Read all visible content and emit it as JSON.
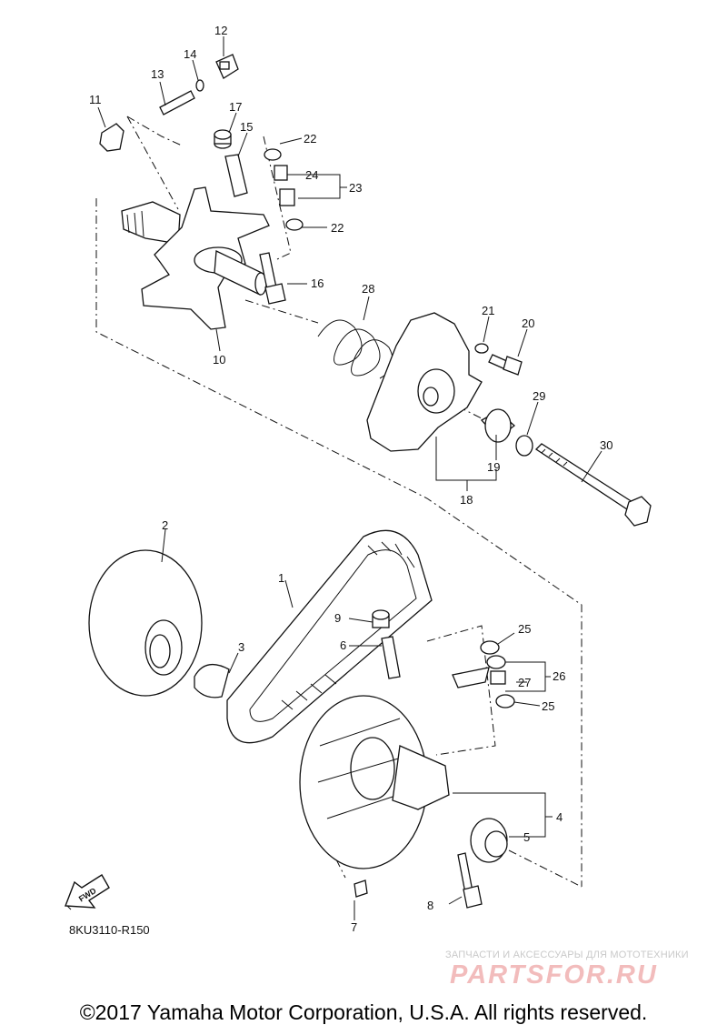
{
  "callouts": [
    {
      "id": "c1",
      "label": "1"
    },
    {
      "id": "c2",
      "label": "2"
    },
    {
      "id": "c3",
      "label": "3"
    },
    {
      "id": "c4",
      "label": "4"
    },
    {
      "id": "c5",
      "label": "5"
    },
    {
      "id": "c6",
      "label": "6"
    },
    {
      "id": "c7",
      "label": "7"
    },
    {
      "id": "c8",
      "label": "8"
    },
    {
      "id": "c9",
      "label": "9"
    },
    {
      "id": "c10",
      "label": "10"
    },
    {
      "id": "c11",
      "label": "11"
    },
    {
      "id": "c12",
      "label": "12"
    },
    {
      "id": "c13",
      "label": "13"
    },
    {
      "id": "c14",
      "label": "14"
    },
    {
      "id": "c15",
      "label": "15"
    },
    {
      "id": "c16",
      "label": "16"
    },
    {
      "id": "c17",
      "label": "17"
    },
    {
      "id": "c18",
      "label": "18"
    },
    {
      "id": "c19",
      "label": "19"
    },
    {
      "id": "c20",
      "label": "20"
    },
    {
      "id": "c21",
      "label": "21"
    },
    {
      "id": "c22a",
      "label": "22"
    },
    {
      "id": "c22b",
      "label": "22"
    },
    {
      "id": "c23",
      "label": "23"
    },
    {
      "id": "c24",
      "label": "24"
    },
    {
      "id": "c25a",
      "label": "25"
    },
    {
      "id": "c25b",
      "label": "25"
    },
    {
      "id": "c26",
      "label": "26"
    },
    {
      "id": "c27",
      "label": "27"
    },
    {
      "id": "c28",
      "label": "28"
    },
    {
      "id": "c29",
      "label": "29"
    },
    {
      "id": "c30",
      "label": "30"
    }
  ],
  "fwd_arrow": {
    "label": "FWD",
    "icon": "fwd-arrow-icon"
  },
  "diagram_code": "8KU3110-R150",
  "watermark": {
    "tagline": "ЗАПЧАСТИ И АКСЕССУАРЫ ДЛЯ МОТОТЕХНИКИ",
    "logo": "PARTSFOR.RU"
  },
  "copyright": "©2017 Yamaha Motor Corporation, U.S.A. All rights reserved."
}
